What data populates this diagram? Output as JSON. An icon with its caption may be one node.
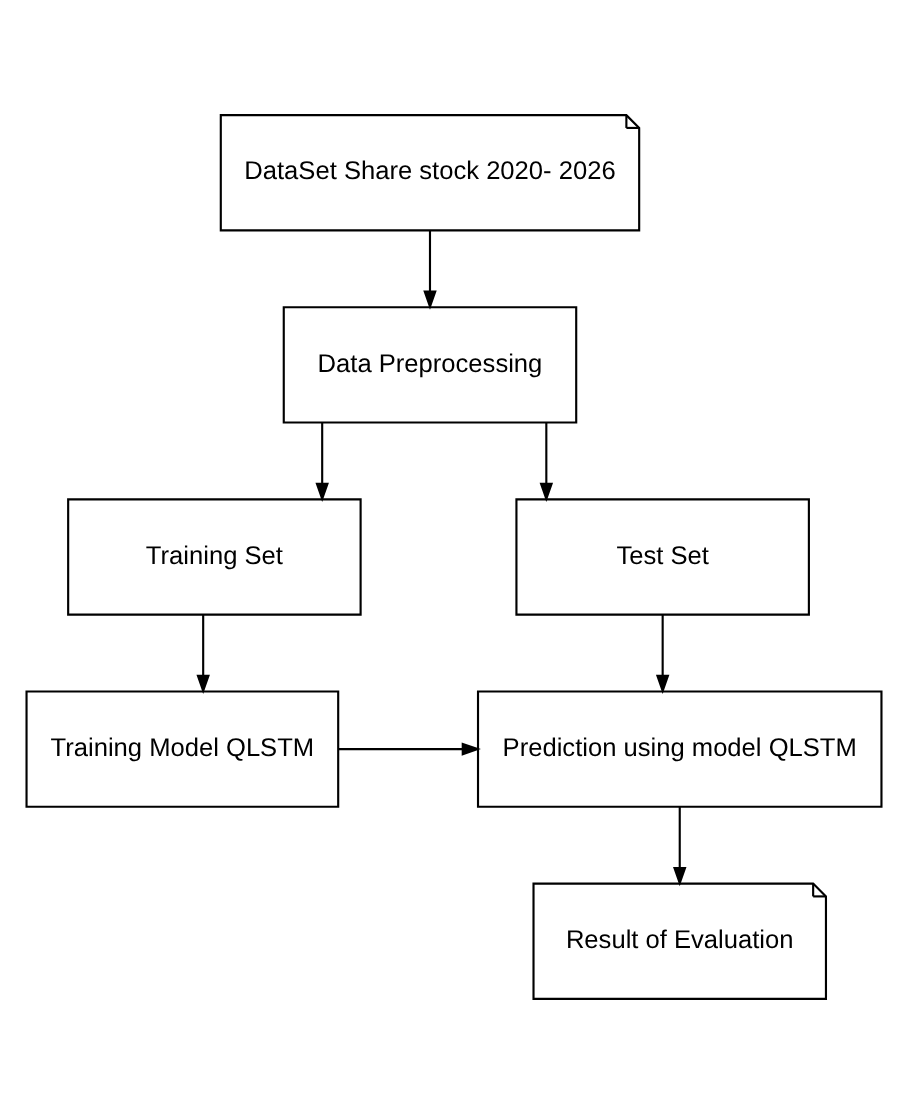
{
  "diagram": {
    "nodes": [
      {
        "text": [
          "DataSet Share stock 2020- 2026"
        ]
      },
      {
        "text": [
          "Data Preprocessing"
        ]
      },
      {
        "text": [
          "Training Set"
        ]
      },
      {
        "text": [
          "Test Set"
        ]
      },
      {
        "text": [
          "Training Model QLSTM"
        ]
      },
      {
        "text": [
          "Prediction using model QLSTM"
        ]
      },
      {
        "text": [
          "Result of Evaluation"
        ]
      }
    ],
    "edges": [
      {
        "from": 0,
        "to": 1,
        "arrow": "to"
      },
      {
        "from": 1,
        "to": 2,
        "arrow": "to"
      },
      {
        "from": 1,
        "to": 3,
        "arrow": "to"
      },
      {
        "from": 2,
        "to": 4,
        "arrow": "to"
      },
      {
        "from": 3,
        "to": 5,
        "arrow": "to"
      },
      {
        "from": 4,
        "to": 5,
        "arrow": "to"
      },
      {
        "from": 5,
        "to": 6,
        "arrow": "to"
      }
    ]
  }
}
